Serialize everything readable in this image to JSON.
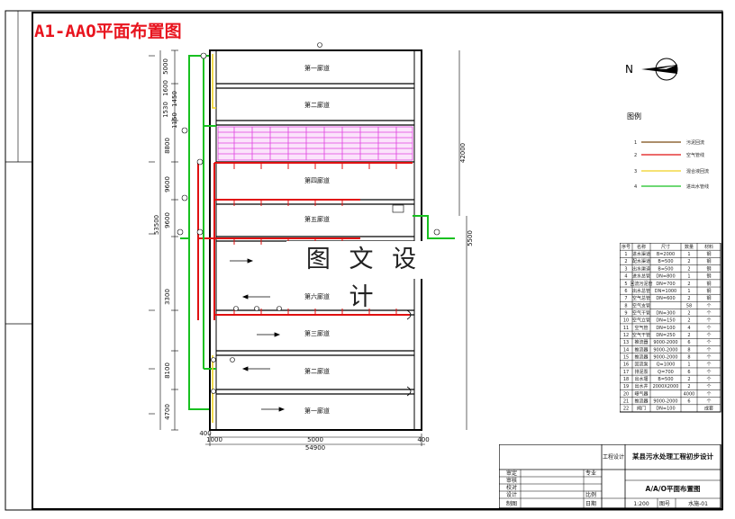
{
  "drawing": {
    "title": "A1-AAO平面布置图",
    "watermark": "图 文 设 计"
  },
  "plan": {
    "lanes": [
      "第一廊道",
      "第二廊道",
      "第四廊道",
      "第五廊道",
      "第六廊道",
      "第三廊道",
      "第二廊道",
      "第一廊道"
    ],
    "dims_left": [
      "5000",
      "1600",
      "1450",
      "1530",
      "1150",
      "8800",
      "9600",
      "9600",
      "3300",
      "8100",
      "4700"
    ],
    "dim_total_left": "53500",
    "dim_right_top": "42000",
    "dim_right_mid": "5500",
    "dims_bottom": [
      "400",
      "1000",
      "5000",
      "400"
    ],
    "dim_total_bottom": "54900",
    "north_label": "N"
  },
  "legend": {
    "title": "图例",
    "items": [
      {
        "num": "1",
        "label": "污泥回流",
        "color": "#7a4a10"
      },
      {
        "num": "2",
        "label": "空气管线",
        "color": "#e01010"
      },
      {
        "num": "3",
        "label": "混合液回流",
        "color": "#f0d020"
      },
      {
        "num": "4",
        "label": "进出水管线",
        "color": "#18c020"
      }
    ]
  },
  "equipment_table": {
    "headers": [
      "序号",
      "名称",
      "尺寸",
      "数量",
      "材料"
    ],
    "rows": [
      [
        "1",
        "进水渠道",
        "B=2000",
        "1",
        "钢"
      ],
      [
        "2",
        "配水渠道",
        "B=500",
        "2",
        "钢"
      ],
      [
        "3",
        "出水渠道",
        "B=500",
        "2",
        "钢"
      ],
      [
        "4",
        "进水总管",
        "DN=800",
        "1",
        "钢"
      ],
      [
        "5",
        "回流污泥管",
        "DN=700",
        "2",
        "钢"
      ],
      [
        "6",
        "出水总管",
        "DN=1000",
        "1",
        "钢"
      ],
      [
        "7",
        "空气总管",
        "DN=600",
        "2",
        "钢"
      ],
      [
        "8",
        "空气支管",
        "",
        "58",
        "个"
      ],
      [
        "9",
        "空气干管",
        "DN=300",
        "2",
        "个"
      ],
      [
        "10",
        "空气立管",
        "DN=150",
        "2",
        "个"
      ],
      [
        "11",
        "空气管",
        "DN=100",
        "4",
        "个"
      ],
      [
        "12",
        "空气干管",
        "DN=250",
        "2",
        "个"
      ],
      [
        "13",
        "推流器",
        "9000-2000",
        "6",
        "个"
      ],
      [
        "14",
        "推流器",
        "9000-2000",
        "8",
        "个"
      ],
      [
        "15",
        "推流器",
        "9000-2000",
        "8",
        "个"
      ],
      [
        "16",
        "回流泵",
        "Q=1000",
        "1",
        "个"
      ],
      [
        "17",
        "排泥泵",
        "Q=700",
        "6",
        "个"
      ],
      [
        "18",
        "出水堰",
        "B=500",
        "2",
        "个"
      ],
      [
        "19",
        "出水井",
        "2000X2000",
        "2",
        "个"
      ],
      [
        "20",
        "曝气器",
        "",
        "4000",
        "个"
      ],
      [
        "21",
        "推流器",
        "9000-2000",
        "6",
        "个"
      ],
      [
        "22",
        "阀门",
        "DN=100",
        "",
        "成套"
      ]
    ]
  },
  "title_block": {
    "design_unit": "工程设计",
    "project": "某县污水处理工程初步设计",
    "drawing_name": "A/A/O平面布置图",
    "rows": [
      "审定",
      "审核",
      "校对",
      "设计",
      "制图"
    ],
    "labels": [
      "专业",
      "比例",
      "日期",
      "图号"
    ],
    "scale": "1:200",
    "number": "水施-01"
  }
}
